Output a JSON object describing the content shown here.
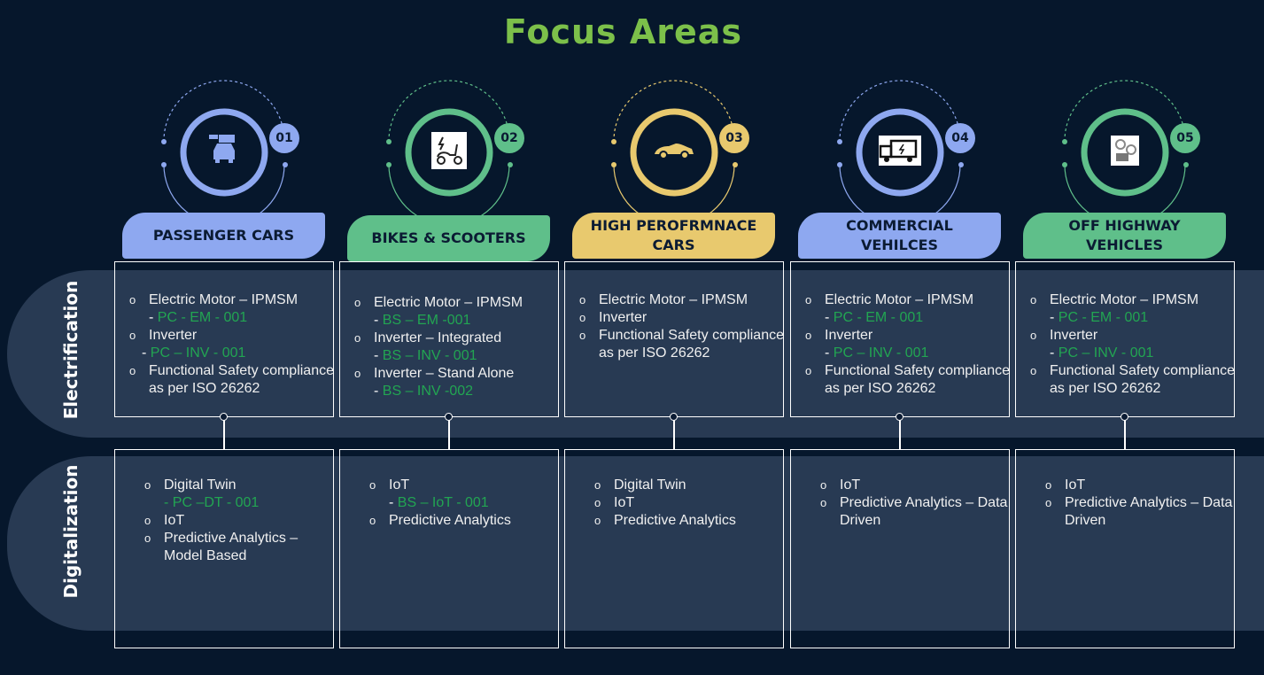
{
  "title": "Focus Areas",
  "rows": [
    "Electrification",
    "Digitalization"
  ],
  "colors": {
    "blue": "#8ea8f0",
    "green": "#5fbf8a",
    "yellow": "#e8c96e",
    "code": "#22a552"
  },
  "columns": [
    {
      "number": "01",
      "label": "PASSENGER  CARS",
      "color": "blue",
      "icon": "car-payment-icon",
      "electrification": [
        {
          "text": "Electric Motor – IPMSM",
          "code": "PC - EM - 001",
          "dash": "- "
        },
        {
          "text": "Inverter",
          "code": "PC – INV - 001",
          "dash": "- ",
          "outdent": true
        },
        {
          "text": "Functional Safety compliance as per ISO 26262"
        }
      ],
      "digitalization": [
        {
          "text": "Digital Twin",
          "code": "- PC –DT - 001"
        },
        {
          "text": "IoT"
        },
        {
          "text": "Predictive Analytics – Model Based"
        }
      ]
    },
    {
      "number": "02",
      "label": "BIKES & SCOOTERS",
      "color": "green",
      "icon": "electric-scooter-icon",
      "electrification": [
        {
          "text": "Electric Motor – IPMSM",
          "code": "BS – EM -001",
          "dash": "- "
        },
        {
          "text": "Inverter – Integrated",
          "code": "BS – INV - 001",
          "dash": "- "
        },
        {
          "text": "Inverter – Stand Alone",
          "code": "BS – INV -002",
          "dash": "- "
        }
      ],
      "digitalization": [
        {
          "text": "IoT",
          "code": "BS – IoT - 001",
          "dash": "- "
        },
        {
          "text": "Predictive Analytics"
        }
      ]
    },
    {
      "number": "03",
      "label": "HIGH PEROFRMNACE CARS",
      "color": "yellow",
      "icon": "sports-car-icon",
      "electrification": [
        {
          "text": "Electric Motor – IPMSM"
        },
        {
          "text": "Inverter"
        },
        {
          "text": "Functional Safety compliance as per ISO 26262"
        }
      ],
      "digitalization": [
        {
          "text": "Digital Twin"
        },
        {
          "text": "IoT"
        },
        {
          "text": "Predictive Analytics"
        }
      ]
    },
    {
      "number": "04",
      "label": "COMMERCIAL VEHILCES",
      "color": "blue",
      "icon": "electric-truck-icon",
      "electrification": [
        {
          "text": "Electric Motor – IPMSM",
          "code": "PC - EM - 001",
          "dash": "- "
        },
        {
          "text": "Inverter",
          "code": "PC – INV - 001",
          "dash": "- "
        },
        {
          "text": "Functional Safety compliance as per ISO 26262"
        }
      ],
      "digitalization": [
        {
          "text": "IoT"
        },
        {
          "text": "Predictive Analytics – Data Driven"
        }
      ]
    },
    {
      "number": "05",
      "label": "OFF HIGHWAY VEHICLES",
      "color": "green",
      "icon": "off-highway-vehicle-icon",
      "electrification": [
        {
          "text": "Electric Motor – IPMSM",
          "code": "PC - EM - 001",
          "dash": "- "
        },
        {
          "text": "Inverter",
          "code": "PC – INV - 001",
          "dash": "- "
        },
        {
          "text": "Functional Safety compliance as per ISO 26262"
        }
      ],
      "digitalization": [
        {
          "text": "IoT"
        },
        {
          "text": "Predictive Analytics – Data Driven"
        }
      ]
    }
  ]
}
